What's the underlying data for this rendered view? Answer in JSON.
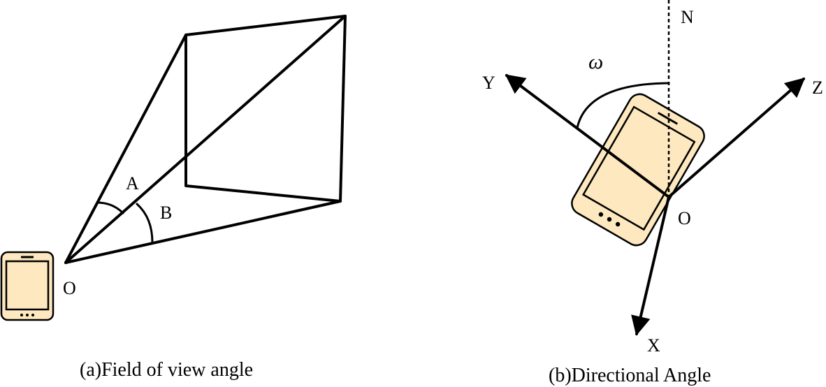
{
  "panel_a": {
    "caption": "(a)Field of view angle",
    "label_a": "A",
    "label_b": "B",
    "label_origin": "O"
  },
  "panel_b": {
    "caption": "(b)Directional Angle",
    "label_n": "N",
    "label_y": "Y",
    "label_z": "Z",
    "label_x": "X",
    "label_origin": "O",
    "label_omega": "ω"
  },
  "colors": {
    "phone_fill": "#fde8bf",
    "phone_stroke": "#000000",
    "line": "#000000"
  }
}
